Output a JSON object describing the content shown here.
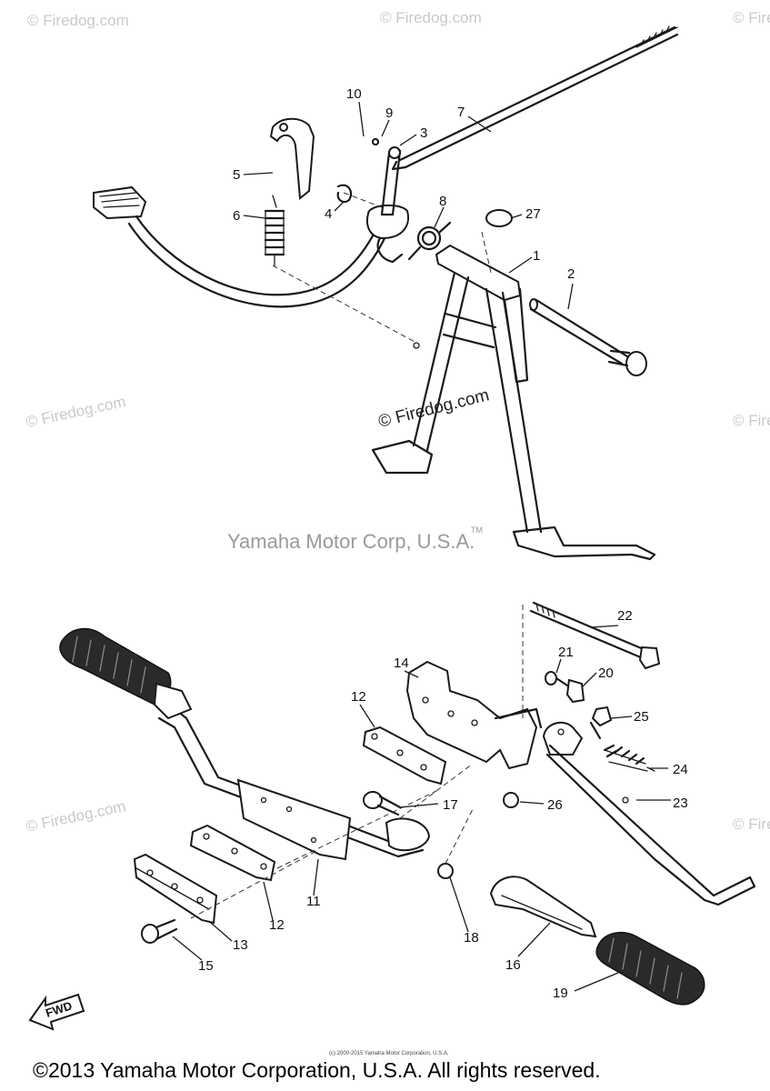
{
  "watermark": "© Firedog.com",
  "center_watermark": "© Firedog.com",
  "mid_credit": "Yamaha Motor Corp, U.S.A.",
  "trademark": "TM",
  "small_credit": "(c) 2000-2015 Yamaha Motor Corporation, U.S.A.",
  "copyright": "©2013 Yamaha Motor Corporation, U.S.A. All rights reserved.",
  "fwd_label": "FWD",
  "callouts": {
    "c1": "1",
    "c2": "2",
    "c3": "3",
    "c4": "4",
    "c5": "5",
    "c6": "6",
    "c7": "7",
    "c8": "8",
    "c9": "9",
    "c10": "10",
    "c11": "11",
    "c12a": "12",
    "c12b": "12",
    "c13": "13",
    "c14": "14",
    "c15": "15",
    "c16": "16",
    "c17": "17",
    "c18": "18",
    "c19": "19",
    "c20": "20",
    "c21": "21",
    "c22": "22",
    "c23": "23",
    "c24": "24",
    "c25": "25",
    "c26": "26",
    "c27": "27"
  }
}
